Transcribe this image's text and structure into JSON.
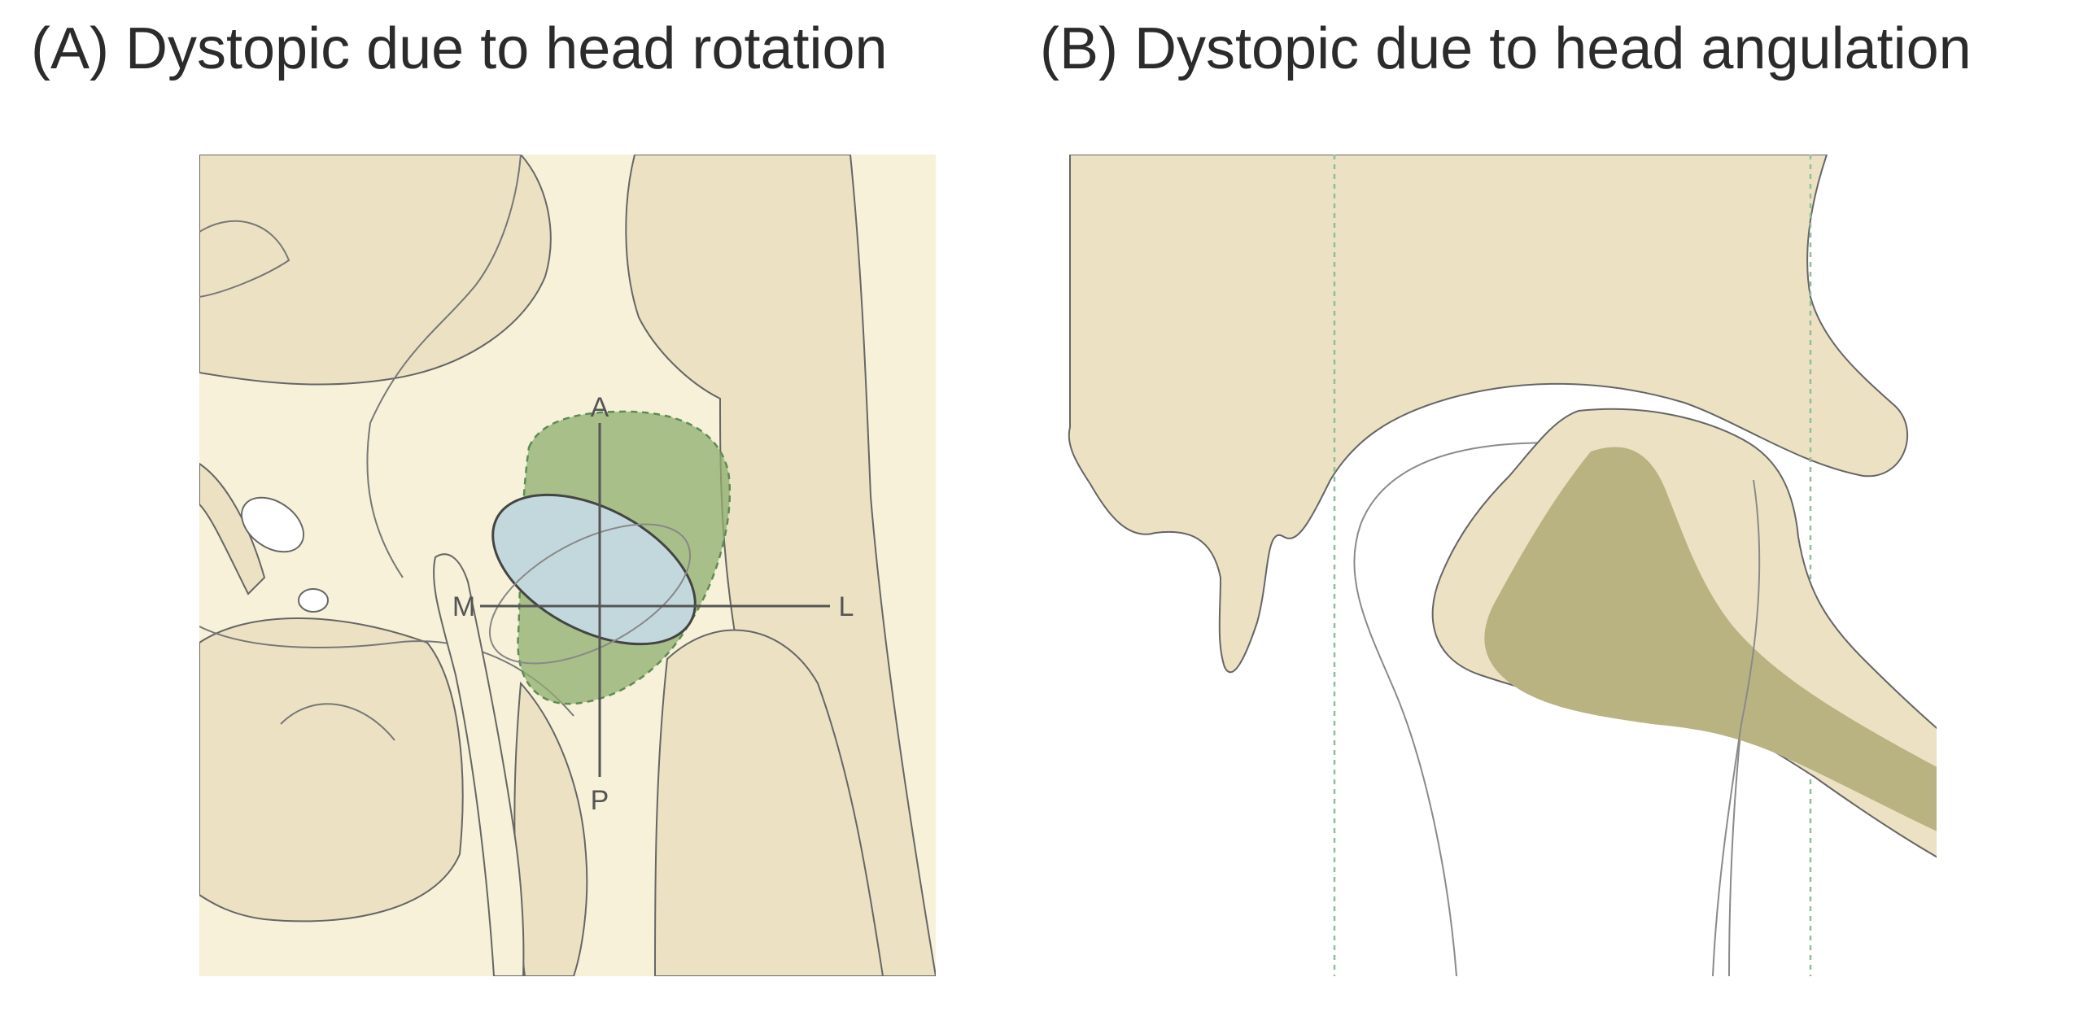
{
  "panels": [
    {
      "id": "A",
      "title": "(A) Dystopic due to head rotation",
      "axis_labels": {
        "anterior": "A",
        "posterior": "P",
        "medial": "M",
        "lateral": "L"
      }
    },
    {
      "id": "B",
      "title": "(B) Dystopic due to head angulation"
    }
  ],
  "colors": {
    "bone_light": "#f6f1d8",
    "bone_mid": "#ece2c3",
    "bone_dark": "#b9b382",
    "fossa_green": "#8fae6f",
    "condyle_blue": "#c3d8dc",
    "outline": "#666666",
    "reference_line": "#8fbf9a"
  }
}
